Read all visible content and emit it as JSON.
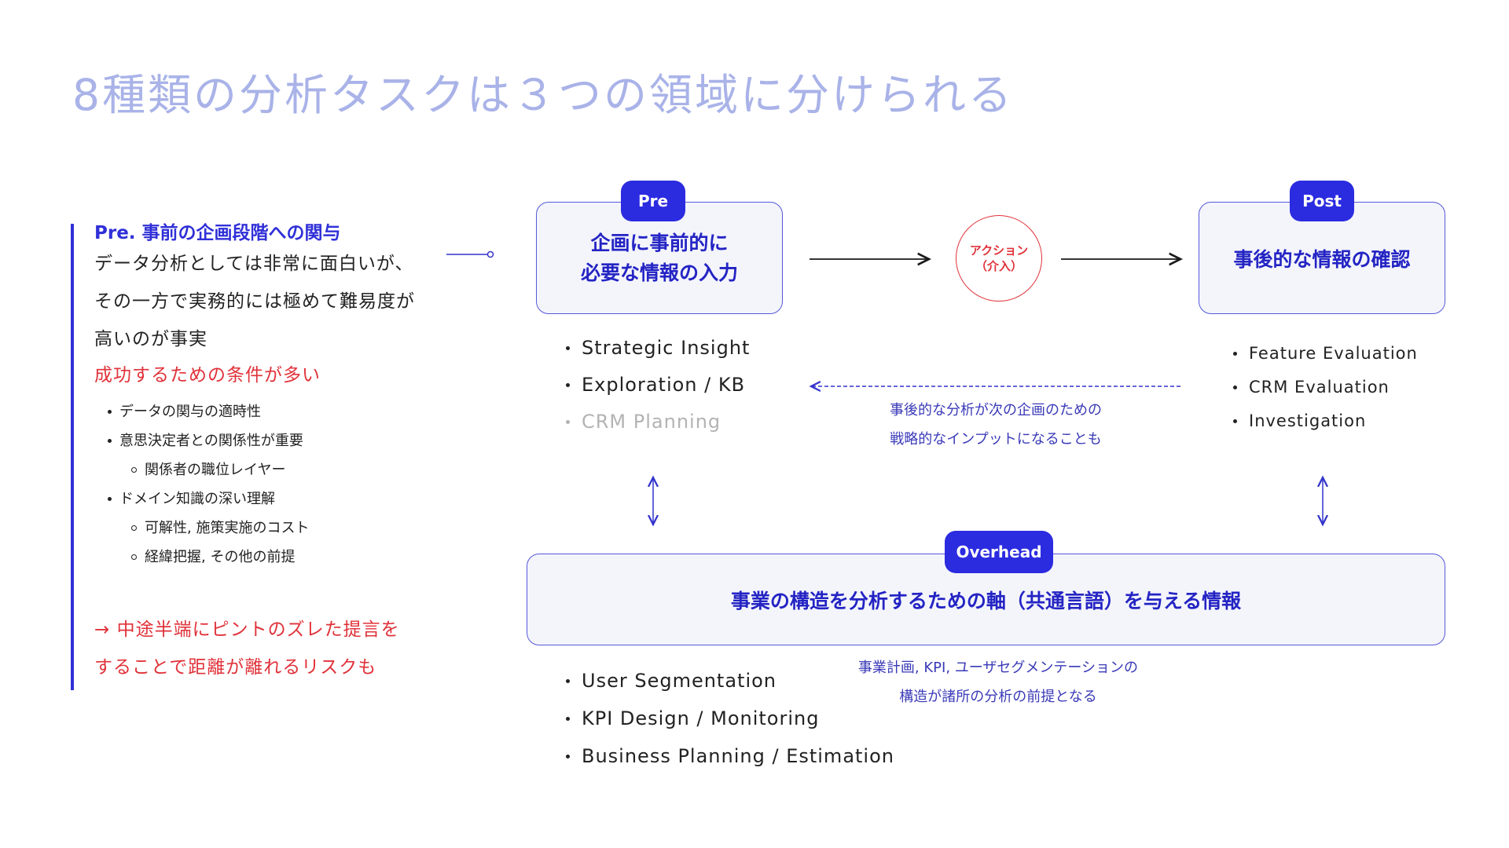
{
  "title": "8種類の分析タスクは３つの領域に分けられる",
  "left": {
    "heading": "Pre. 事前の企画段階への関与",
    "lines": [
      "データ分析としては非常に面白いが、",
      "その一方で実務的には極めて難易度が",
      "高いのが事実"
    ],
    "red_line": "成功するための条件が多い",
    "bullets": [
      {
        "level": 1,
        "text": "データの関与の適時性"
      },
      {
        "level": 1,
        "text": "意思決定者との関係性が重要"
      },
      {
        "level": 2,
        "text": "関係者の職位レイヤー"
      },
      {
        "level": 1,
        "text": "ドメイン知識の深い理解"
      },
      {
        "level": 2,
        "text": "可解性, 施策実施のコスト"
      },
      {
        "level": 2,
        "text": "経緯把握, その他の前提"
      }
    ],
    "conclusion": [
      "→ 中途半端にピントのズレた提言を",
      "することで距離が離れるリスクも"
    ]
  },
  "pre": {
    "badge": "Pre",
    "lines": [
      "企画に事前的に",
      "必要な情報の入力"
    ],
    "items": [
      {
        "text": "Strategic Insight",
        "dim": false
      },
      {
        "text": "Exploration / KB",
        "dim": false
      },
      {
        "text": "CRM Planning",
        "dim": true
      }
    ]
  },
  "action": {
    "line1": "アクション",
    "line2": "（介入）"
  },
  "post": {
    "badge": "Post",
    "label": "事後的な情報の確認",
    "items": [
      "Feature Evaluation",
      "CRM Evaluation",
      "Investigation"
    ]
  },
  "feedback_note": [
    "事後的な分析が次の企画のための",
    "戦略的なインプットになることも"
  ],
  "overhead": {
    "badge": "Overhead",
    "label": "事業の構造を分析するための軸（共通言語）を与える情報",
    "items": [
      "User Segmentation",
      "KPI Design / Monitoring",
      "Business Planning / Estimation"
    ],
    "note": [
      "事業計画, KPI, ユーザセグメンテーションの",
      "構造が諸所の分析の前提となる"
    ]
  },
  "colors": {
    "accent": "#2b2be0",
    "title": "#a9b3e8",
    "red": "#e0323a",
    "box_fill": "#f4f5fb"
  }
}
